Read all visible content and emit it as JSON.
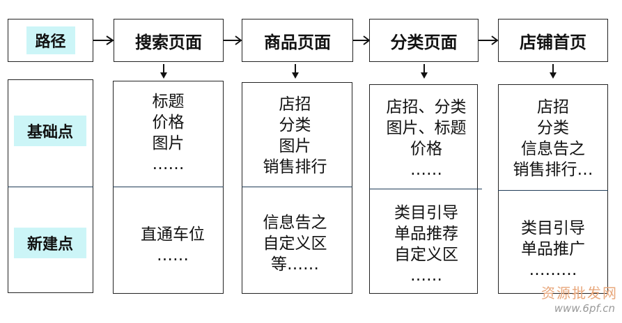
{
  "headers": {
    "path": "路径",
    "search": "搜索页面",
    "product": "商品页面",
    "category": "分类页面",
    "store": "店铺首页"
  },
  "row_labels": {
    "basic": "基础点",
    "new": "新建点"
  },
  "columns": {
    "search": {
      "basic": [
        "标题",
        "价格",
        "图片",
        "……"
      ],
      "new": [
        "直通车位",
        "……"
      ]
    },
    "product": {
      "basic": [
        "店招",
        "分类",
        "图片",
        "销售排行"
      ],
      "new": [
        "信息告之",
        "自定义区",
        "等……"
      ]
    },
    "category": {
      "basic": [
        "店招、分类",
        "图片、标题",
        "价格",
        "……"
      ],
      "new": [
        "类目引导",
        "单品推荐",
        "自定义区",
        "……"
      ]
    },
    "store": {
      "basic": [
        "店招",
        "分类",
        "信息告之",
        "销售排行…"
      ],
      "new": [
        "类目引导",
        "单品推广",
        "………"
      ]
    }
  },
  "watermark": {
    "line1": "资源批发网",
    "line2": "www.6pf.cn"
  },
  "colors": {
    "label_bg": "#ccf5f7",
    "divider": "#1f3b57"
  }
}
